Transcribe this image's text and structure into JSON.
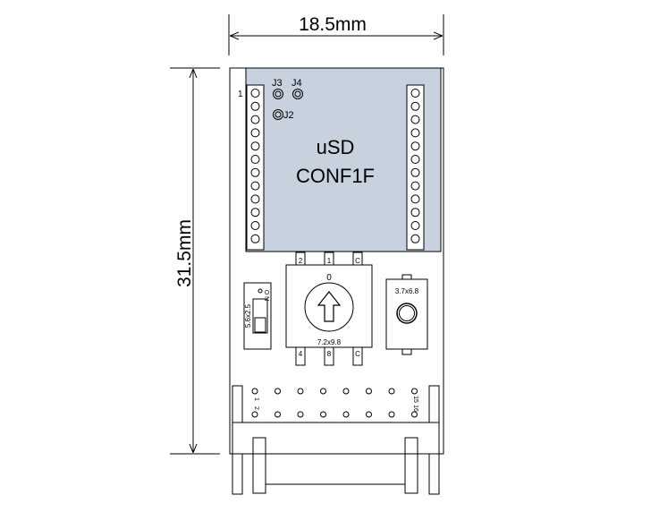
{
  "dimensions": {
    "width_label": "18.5mm",
    "height_label": "31.5mm"
  },
  "module": {
    "title_line1": "uSD",
    "title_line2": "CONF1F",
    "jumpers": [
      "J3",
      "J4",
      "J2"
    ],
    "pin1_label": "1",
    "colors": {
      "module_fill": "#c8d2de",
      "board_fill": "#ffffff",
      "stroke": "#000000"
    }
  },
  "dip_switch": {
    "size_label": "5.6x2.5",
    "on_label": "O N"
  },
  "rotary_switch": {
    "top_value": "0",
    "size_label": "7.2x9.8",
    "top_pins": [
      "2",
      "1",
      "C"
    ],
    "bottom_pins": [
      "4",
      "8",
      "C"
    ]
  },
  "push_button": {
    "size_label": "3.7x6.8"
  },
  "header": {
    "labels_top": [
      "1",
      "15"
    ],
    "labels_bottom": [
      "2",
      "16"
    ]
  }
}
